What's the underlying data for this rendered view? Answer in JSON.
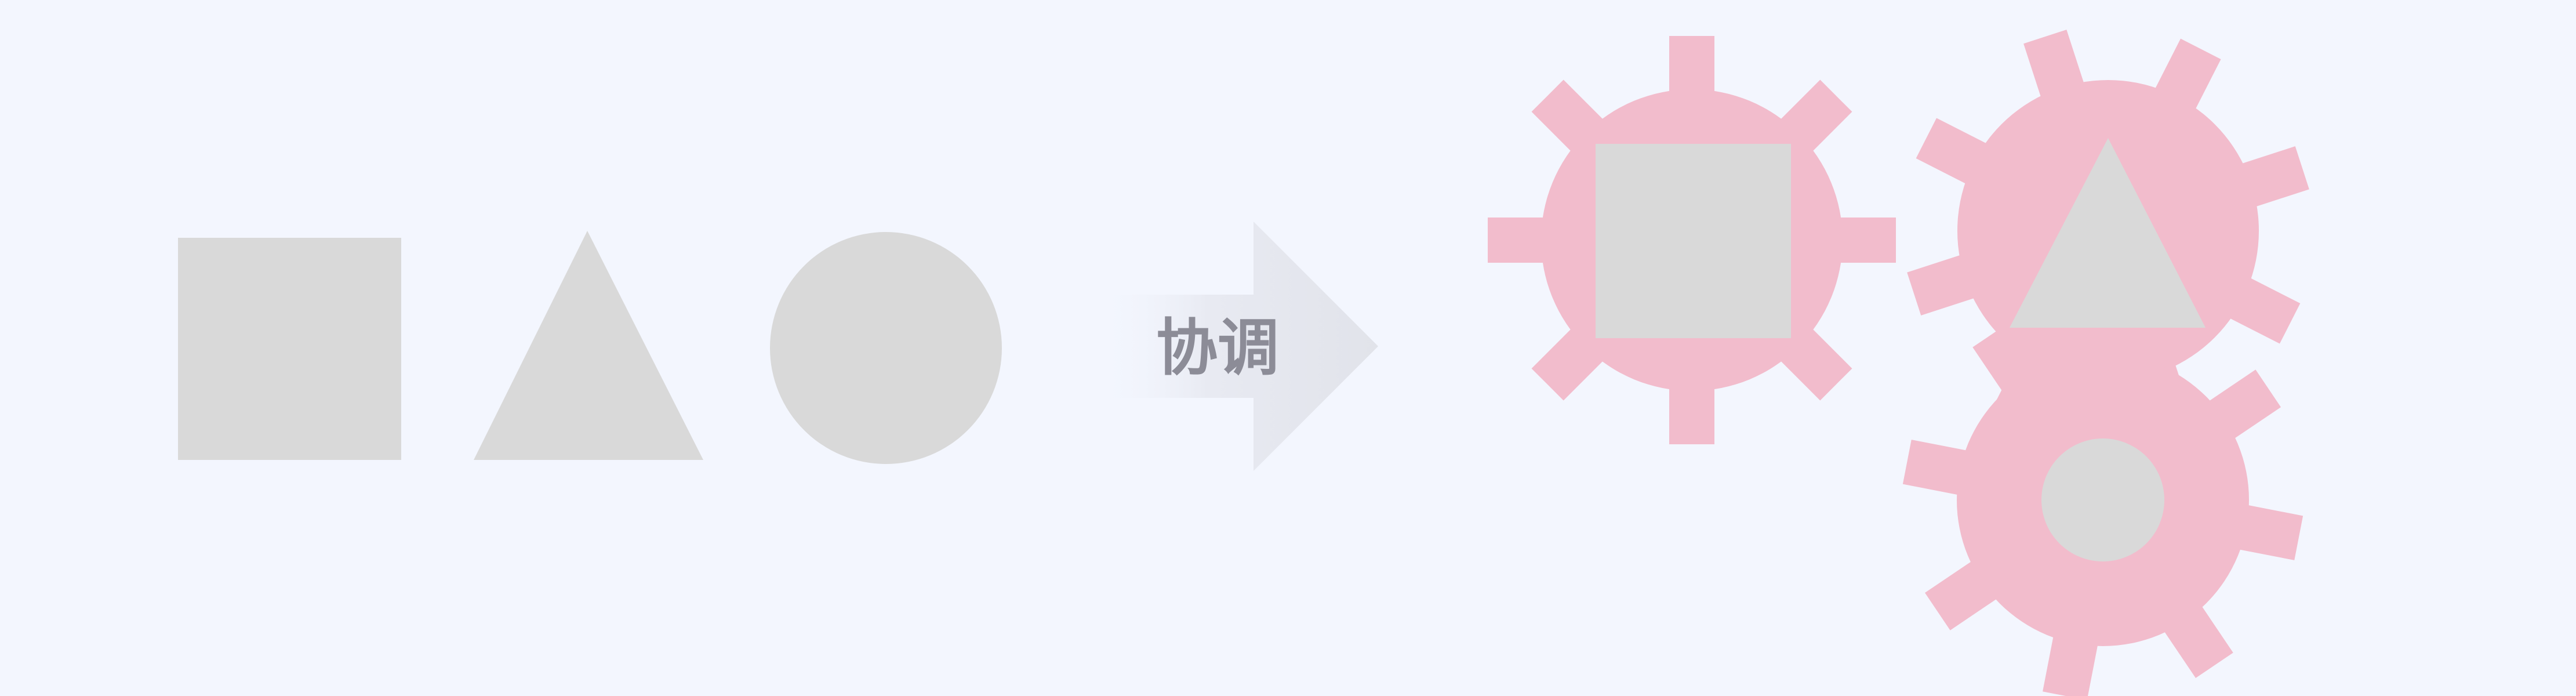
{
  "colors": {
    "background": "#F3F6FE",
    "shape_fill": "#D9D9D9",
    "gear_fill": "#F2BCCC",
    "arrow_fill": "#E1E3EA",
    "label_color": "#8C8C97"
  },
  "diagram": {
    "inputs": [
      {
        "shape": "square",
        "icon": "square-shape"
      },
      {
        "shape": "triangle",
        "icon": "triangle-shape"
      },
      {
        "shape": "circle",
        "icon": "circle-shape"
      }
    ],
    "arrow": {
      "label": "协调",
      "direction": "right"
    },
    "outputs": [
      {
        "gear": "gear-icon",
        "contains": "square"
      },
      {
        "gear": "gear-icon",
        "contains": "triangle"
      },
      {
        "gear": "gear-icon",
        "contains": "circle"
      }
    ]
  }
}
